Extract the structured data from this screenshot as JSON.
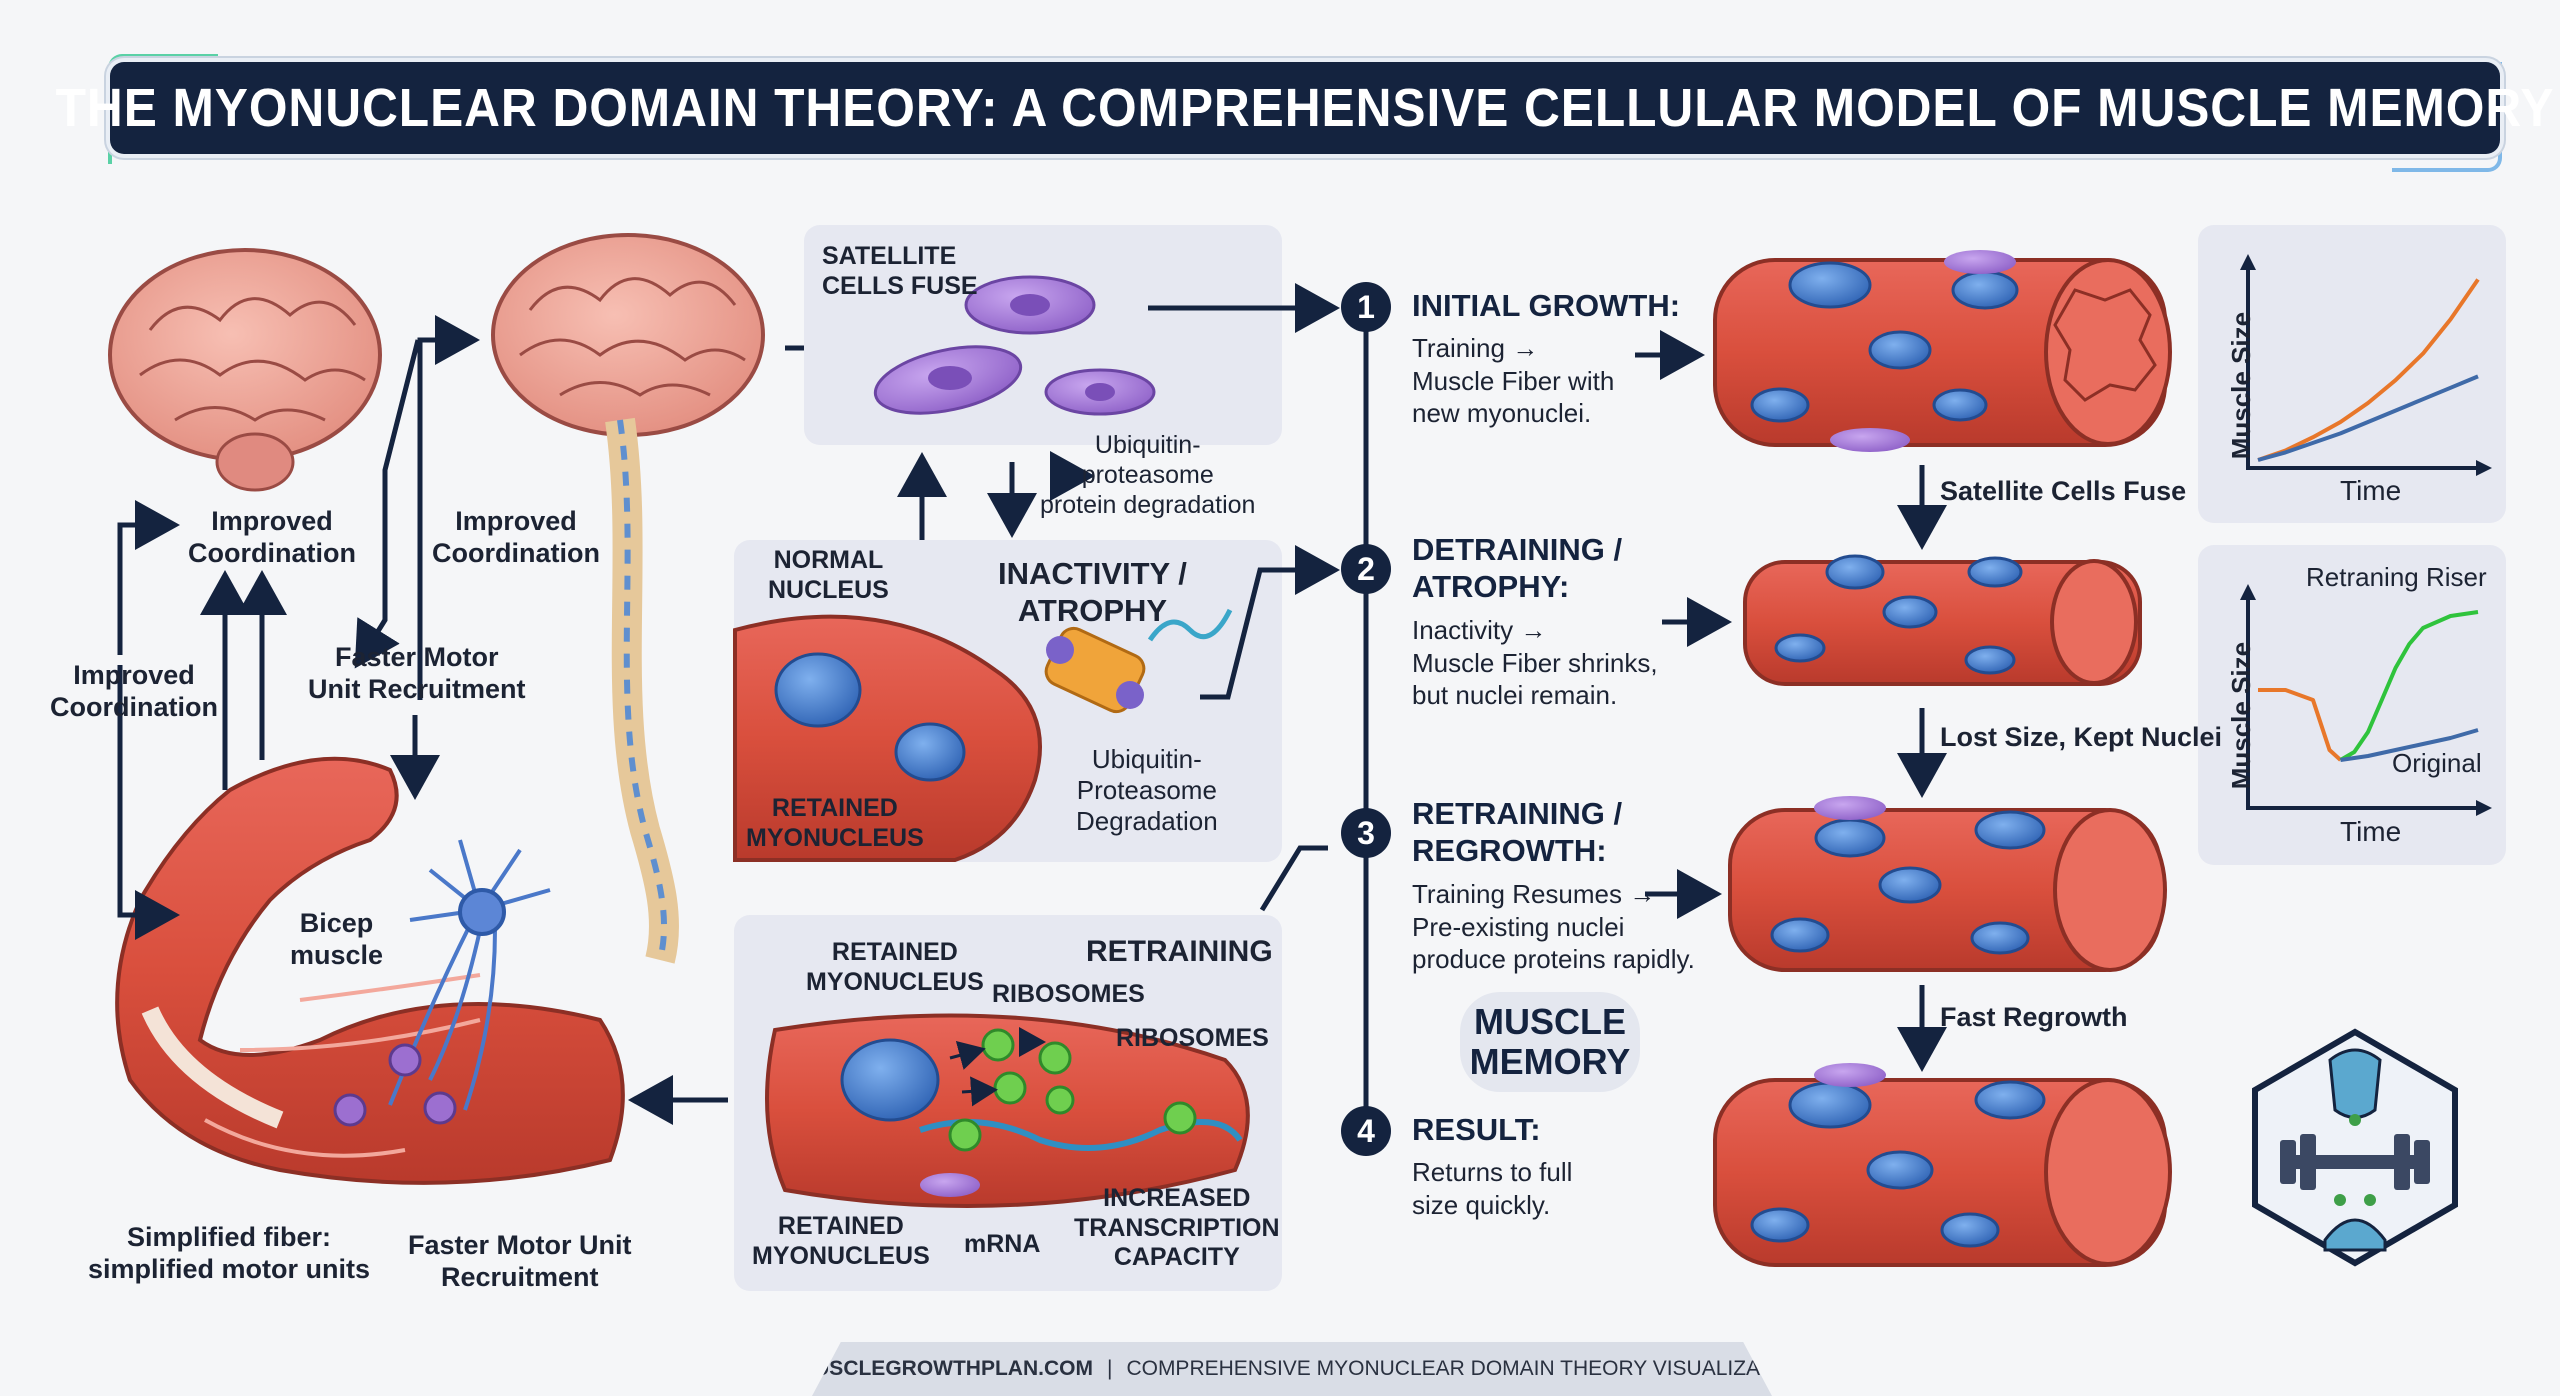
{
  "title": "THE MYONUCLEAR DOMAIN THEORY: A COMPREHENSIVE CELLULAR MODEL OF MUSCLE MEMORY",
  "left": {
    "improved_coordination_1": "Improved\nCoordination",
    "improved_coordination_2": "Improved\nCoordination",
    "improved_coordination_3": "Improved\nCoordination",
    "faster_recruitment_top": "Faster Motor\nUnit Recruitment",
    "bicep": "Bicep\nmuscle",
    "simplified_fiber": "Simplified fiber:\nsimplified motor units",
    "faster_recruitment_bottom": "Faster Motor Unit\nRecruitment"
  },
  "satellite_panel": {
    "title": "SATELLITE\nCELLS FUSE",
    "ubiquitin": "Ubiquitin-\nproteasome\nprotein degradation"
  },
  "atrophy_panel": {
    "normal_nucleus": "NORMAL\nNUCLEUS",
    "title": "INACTIVITY /\nATROPHY",
    "retained": "RETAINED\nMYONUCLEUS",
    "degradation": "Ubiquitin-\nProteasome\nDegradation"
  },
  "retraining_panel": {
    "retained_top": "RETAINED\nMYONUCLEUS",
    "title": "RETRAINING",
    "ribosomes_1": "RIBOSOMES",
    "ribosomes_2": "RIBOSOMES",
    "retained_bottom": "RETAINED\nMYONUCLEUS",
    "mrna": "mRNA",
    "increased": "INCREASED\nTRANSCRIPTION\nCAPACITY"
  },
  "steps": [
    {
      "num": "1",
      "title": "INITIAL GROWTH:",
      "desc": "Training →\nMuscle Fiber with\nnew myonuclei."
    },
    {
      "num": "2",
      "title": "DETRAINING /\nATROPHY:",
      "desc": "Inactivity →\nMuscle Fiber shrinks,\nbut nuclei remain."
    },
    {
      "num": "3",
      "title": "RETRAINING /\nREGROWTH:",
      "desc": "Training Resumes →\nPre-existing nuclei\nproduce proteins rapidly."
    },
    {
      "num": "4",
      "title": "RESULT:",
      "desc": "Returns to full\nsize quickly."
    }
  ],
  "muscle_memory": "MUSCLE\nMEMORY",
  "fiber_labels": {
    "satellite_fuse": "Satellite Cells Fuse",
    "lost_size": "Lost Size, Kept Nuclei",
    "fast_regrowth": "Fast Regrowth"
  },
  "chart_data": [
    {
      "type": "line",
      "ylabel": "Muscle Size",
      "xlabel": "Time",
      "series": [
        {
          "color": "#e8772a",
          "x": [
            0,
            1,
            2,
            3,
            4,
            5,
            6,
            7,
            8
          ],
          "y": [
            0.0,
            0.05,
            0.12,
            0.2,
            0.3,
            0.42,
            0.56,
            0.74,
            0.95
          ]
        },
        {
          "color": "#3f6aa8",
          "x": [
            0,
            1,
            2,
            3,
            4,
            5,
            6,
            7,
            8
          ],
          "y": [
            0.0,
            0.04,
            0.09,
            0.14,
            0.2,
            0.26,
            0.32,
            0.38,
            0.44
          ]
        }
      ],
      "ylim": [
        0,
        1
      ],
      "xlim": [
        0,
        8
      ]
    },
    {
      "type": "line",
      "ylabel": "Muscle Size",
      "xlabel": "Time",
      "annotations": [
        "Retraning Riser",
        "Original"
      ],
      "series": [
        {
          "color": "#e8772a",
          "x": [
            0,
            1,
            2,
            2.6,
            3
          ],
          "y": [
            0.55,
            0.55,
            0.5,
            0.25,
            0.2
          ]
        },
        {
          "color": "#2fc33c",
          "x": [
            3,
            3.5,
            4,
            4.5,
            5,
            5.5,
            6,
            7,
            8
          ],
          "y": [
            0.2,
            0.24,
            0.34,
            0.5,
            0.66,
            0.78,
            0.86,
            0.92,
            0.94
          ]
        },
        {
          "color": "#3f6aa8",
          "x": [
            3,
            4,
            5,
            6,
            7,
            8
          ],
          "y": [
            0.2,
            0.22,
            0.25,
            0.28,
            0.31,
            0.35
          ]
        }
      ],
      "ylim": [
        0,
        1
      ],
      "xlim": [
        0,
        8
      ]
    }
  ],
  "footer": {
    "brand": "© MUSCLEGROWTHPLAN.COM",
    "sep": "|",
    "text": "COMPREHENSIVE MYONUCLEAR DOMAIN THEORY VISUALIZATION"
  },
  "colors": {
    "navy": "#14233f",
    "muscle": "#d94f3d",
    "nucleus": "#3e78c9",
    "satellite": "#9c6fd0",
    "brain": "#f0a79a"
  }
}
